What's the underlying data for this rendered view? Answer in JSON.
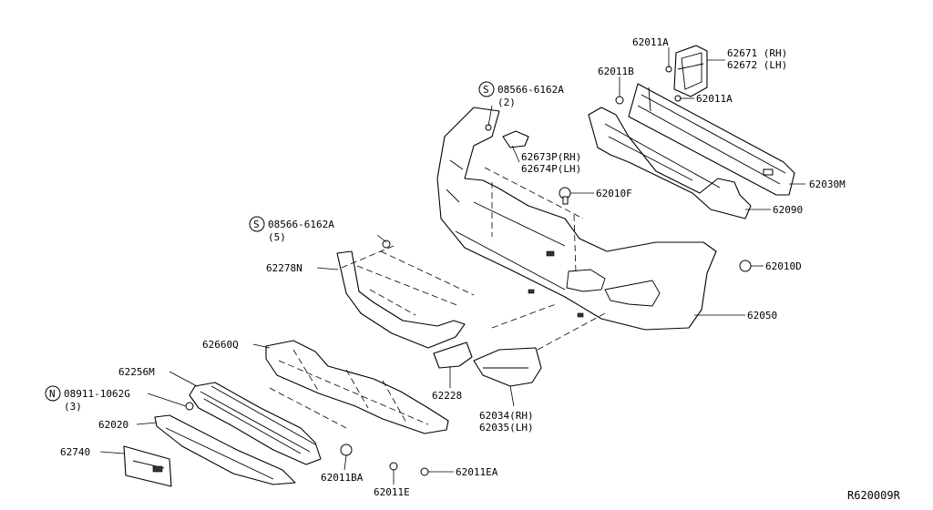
{
  "reference_code": "R620009R",
  "callouts": {
    "p62011A_top": "62011A",
    "p62011B": "62011B",
    "p62671": "62671 (RH)",
    "p62672": "62672 (LH)",
    "p62011A_mid": "62011A",
    "s08566_upper_sym": "S",
    "s08566_upper": "08566-6162A",
    "s08566_upper_qty": "(2)",
    "p62673P": "62673P(RH)",
    "p62674P": "62674P(LH)",
    "p62030M": "62030M",
    "p62010F": "62010F",
    "p62090": "62090",
    "s08566_lower_sym": "S",
    "s08566_lower": "08566-6162A",
    "s08566_lower_qty": "(5)",
    "p62010D": "62010D",
    "p62278N": "62278N",
    "p62050": "62050",
    "p62660Q": "62660Q",
    "p62256M": "62256M",
    "n08911_sym": "N",
    "n08911": "08911-1062G",
    "n08911_qty": "(3)",
    "p62228": "62228",
    "p62020": "62020",
    "p62034": "62034(RH)",
    "p62035": "62035(LH)",
    "p62740": "62740",
    "p62011BA": "62011BA",
    "p62011EA": "62011EA",
    "p62011E": "62011E"
  }
}
